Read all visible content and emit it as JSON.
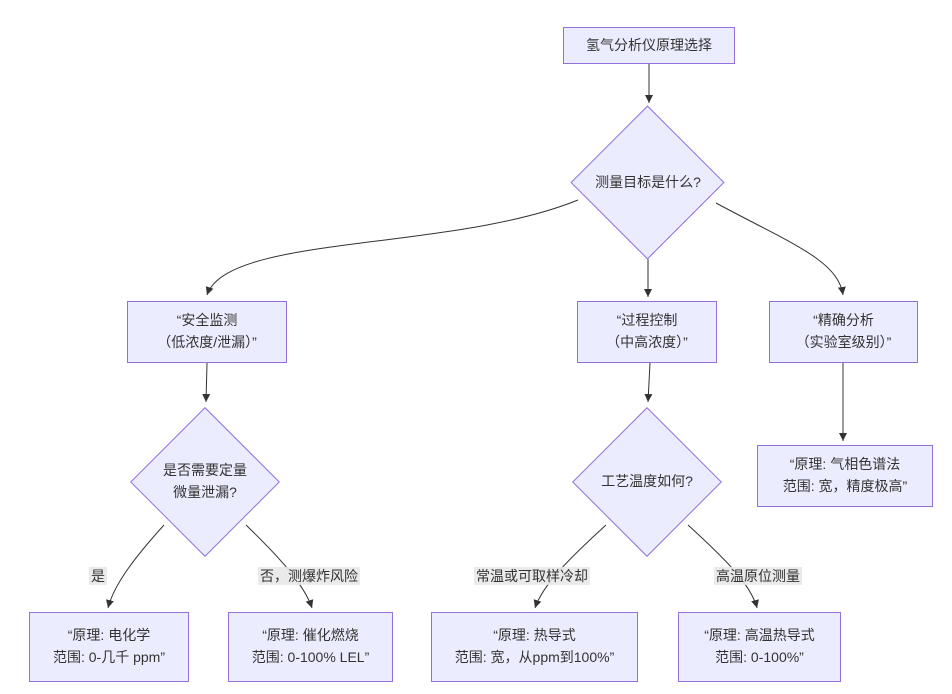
{
  "diagram": {
    "type": "flowchart",
    "colors": {
      "node_fill": "#ECECFF",
      "node_border": "#9370DB",
      "edge_color": "#333333",
      "edge_label_bg": "#e8e8e8",
      "text": "#333333",
      "background": "#ffffff"
    },
    "nodes": {
      "root": {
        "label": "氢气分析仪原理选择"
      },
      "q_goal": {
        "label": "测量目标是什么?"
      },
      "b_safety": {
        "line1": "“安全监测",
        "line2": "（低浓度/泄漏）”"
      },
      "b_process": {
        "line1": "“过程控制",
        "line2": "（中高浓度）”"
      },
      "b_analysis": {
        "line1": "“精确分析",
        "line2": "（实验室级别）”"
      },
      "q_leak": {
        "line1": "是否需要定量",
        "line2": "微量泄漏?"
      },
      "q_temp": {
        "label": "工艺温度如何?"
      },
      "leaf_gc": {
        "line1": "“原理: 气相色谱法",
        "line2": "范围: 宽，精度极高”"
      },
      "leaf_electrochem": {
        "line1": "“原理: 电化学",
        "line2": "范围: 0-几千 ppm”"
      },
      "leaf_catalytic": {
        "line1": "“原理: 催化燃烧",
        "line2": "范围: 0-100% LEL”"
      },
      "leaf_tcd": {
        "line1": "“原理: 热导式",
        "line2": "范围: 宽，从ppm到100%”"
      },
      "leaf_ht_tcd": {
        "line1": "“原理: 高温热导式",
        "line2": "范围: 0-100%”"
      }
    },
    "edge_labels": {
      "yes": "是",
      "no": "否，测爆炸风险",
      "ambient": "常温或可取样冷却",
      "hot": "高温原位测量"
    }
  }
}
